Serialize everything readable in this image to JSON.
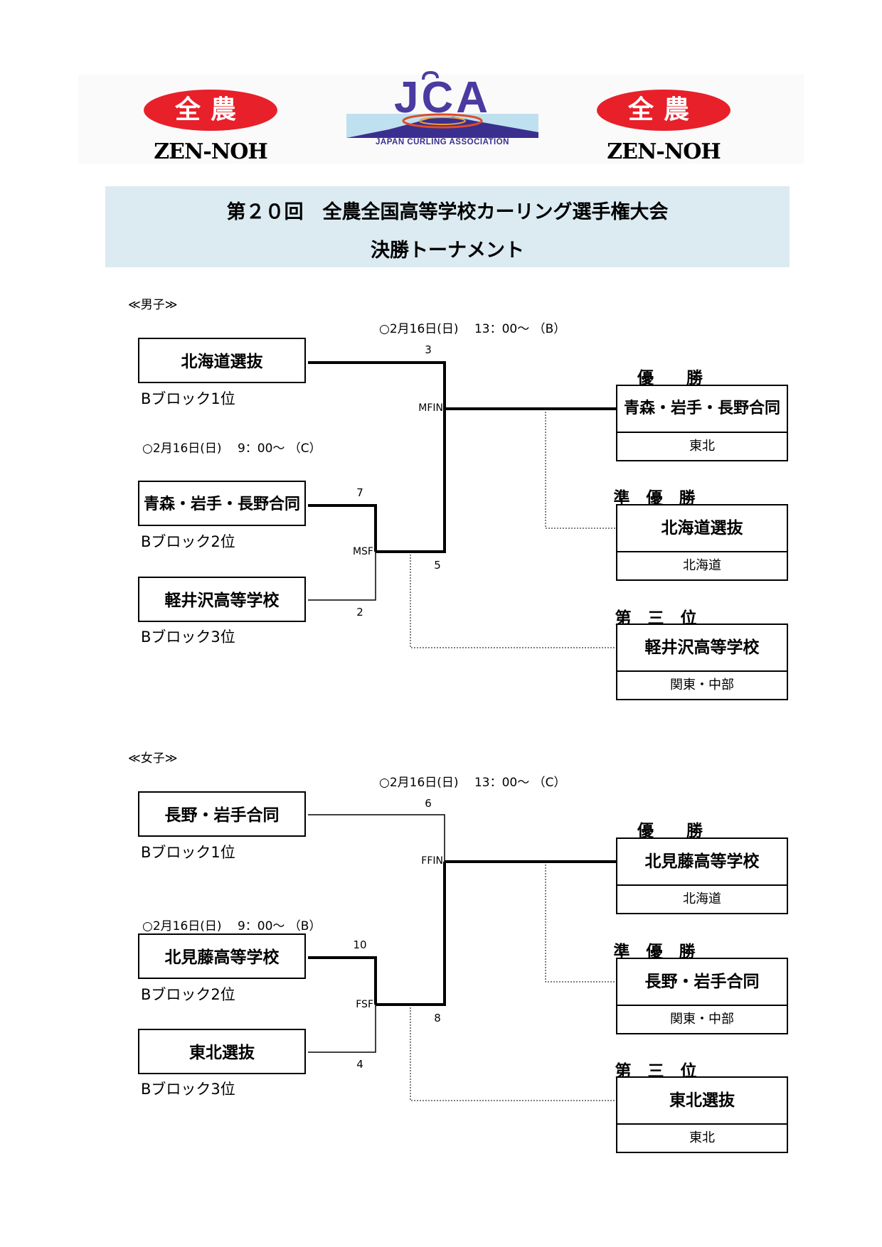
{
  "logos": {
    "left": {
      "kanji": "全農",
      "text": "ZEN-NOH"
    },
    "center": {
      "letters": "JCA",
      "subtitle": "JAPAN CURLING ASSOCIATION"
    },
    "right": {
      "kanji": "全農",
      "text": "ZEN-NOH"
    }
  },
  "title": {
    "line1": "第２０回　全農全国高等学校カーリング選手権大会",
    "line2": "決勝トーナメント"
  },
  "men": {
    "label": "≪男子≫",
    "final_schedule": "○2月16日(日)　 13：00～ （B）",
    "semi_schedule": "○2月16日(日)　 9：00～ （C）",
    "teams": [
      {
        "name": "北海道選抜",
        "block": "Bブロック1位"
      },
      {
        "name": "青森・岩手・長野合同",
        "block": "Bブロック2位"
      },
      {
        "name": "軽井沢高等学校",
        "block": "Bブロック3位"
      }
    ],
    "scores": {
      "final_top": "3",
      "final_bottom": "5",
      "semi_top": "7",
      "semi_bottom": "2"
    },
    "codes": {
      "final": "MFIN",
      "semi": "MSF"
    },
    "results": [
      {
        "rank": "優　　勝",
        "name": "青森・岩手・長野合同",
        "region": "東北"
      },
      {
        "rank": "準　優　勝",
        "name": "北海道選抜",
        "region": "北海道"
      },
      {
        "rank": "第　三　位",
        "name": "軽井沢高等学校",
        "region": "関東・中部"
      }
    ]
  },
  "women": {
    "label": "≪女子≫",
    "final_schedule": "○2月16日(日)　 13：00～ （C）",
    "semi_schedule": "○2月16日(日)　 9：00～ （B）",
    "teams": [
      {
        "name": "長野・岩手合同",
        "block": "Bブロック1位"
      },
      {
        "name": "北見藤高等学校",
        "block": "Bブロック2位"
      },
      {
        "name": "東北選抜",
        "block": "Bブロック3位"
      }
    ],
    "scores": {
      "final_top": "6",
      "final_bottom": "8",
      "semi_top": "10",
      "semi_bottom": "4"
    },
    "codes": {
      "final": "FFIN",
      "semi": "FSF"
    },
    "results": [
      {
        "rank": "優　　勝",
        "name": "北見藤高等学校",
        "region": "北海道"
      },
      {
        "rank": "準　優　勝",
        "name": "長野・岩手合同",
        "region": "関東・中部"
      },
      {
        "rank": "第　三　位",
        "name": "東北選抜",
        "region": "東北"
      }
    ]
  }
}
